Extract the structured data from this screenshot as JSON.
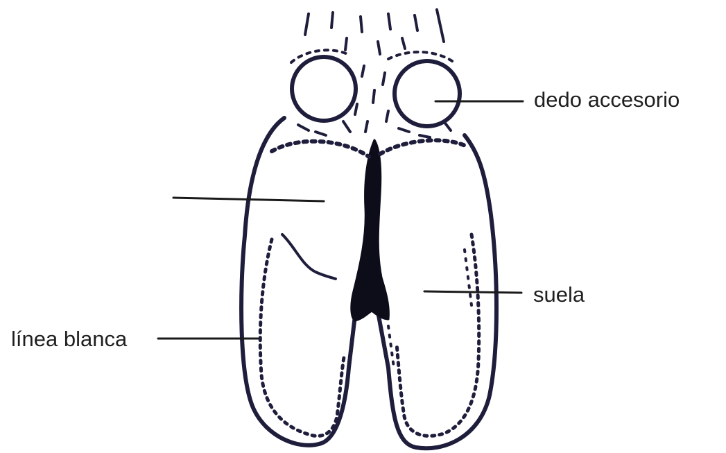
{
  "diagram": {
    "labels": {
      "accessory_digit": "dedo accesorio",
      "sole": "suela",
      "white_line": "línea blanca",
      "unlabeled": ""
    },
    "colors": {
      "outline": "#1e1e3c",
      "label_text": "#1f1f1f",
      "leader_line": "#1a1a1a",
      "background": "#ffffff"
    }
  }
}
